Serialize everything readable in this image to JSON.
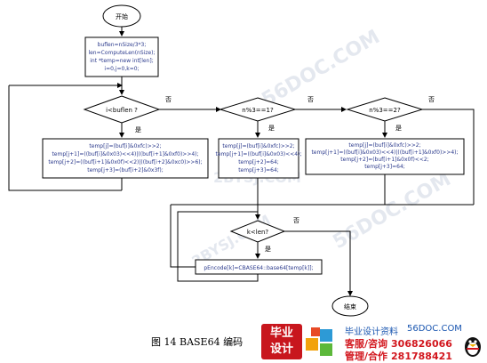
{
  "flowchart": {
    "start": "开始",
    "init": [
      "buflen=nSize/3*3;",
      "len=ComputeLen(nSize);",
      "int *temp=new int[len];",
      "i=0,j=0,k=0;"
    ],
    "cond_loop": "i<buflen ?",
    "cond_mod1": "n%3==1?",
    "cond_mod2": "n%3==2?",
    "block_main": [
      "temp[j]=(buf[i]&0xfc)>>2;",
      "temp[j+1]=((buf[i]&0x03)<<4)|((buf[i+1]&0xf0)>>4);",
      "temp[j+2]=((buf[i+1]&0x0f)<<2)|((buf[i+2]&0xc0)>>6);",
      "temp[j+3]=(buf[i+2]&0x3f);"
    ],
    "block_mod1": [
      "temp[j]=(buf[i]&0xfc)>>2;",
      "temp[j+1]=((buf[i]&0x03)<<4);",
      "temp[j+2]=64;",
      "temp[j+3]=64;"
    ],
    "block_mod2": [
      "temp[j]=(buf[i]&0xfc)>>2;",
      "temp[j+1]=((buf[i]&0x03)<<4)|((buf[i+1]&0xf0)>>4);",
      "temp[j+2]=(buf[i+1]&0x0f)<<2;",
      "temp[j+3]=64;"
    ],
    "cond_k": "k<len?",
    "encode": "pEncode[k]=CBASE64::base64[temp[k]];",
    "end": "结束",
    "yes": "是",
    "no": "否"
  },
  "caption": "图 14 BASE64 编码",
  "watermarks": [
    "56DOC.COM",
    "2BYSJ.COM",
    "56DOC.COM",
    "2BYSJ.COM"
  ],
  "footer": {
    "logo": [
      "毕业",
      "设计"
    ],
    "site_name": "毕业设计资料",
    "site_url": "56DOC.COM",
    "rows": [
      {
        "role": "客服/咨询",
        "number": "306826066"
      },
      {
        "role": "管理/合作",
        "number": "281788421"
      }
    ]
  }
}
